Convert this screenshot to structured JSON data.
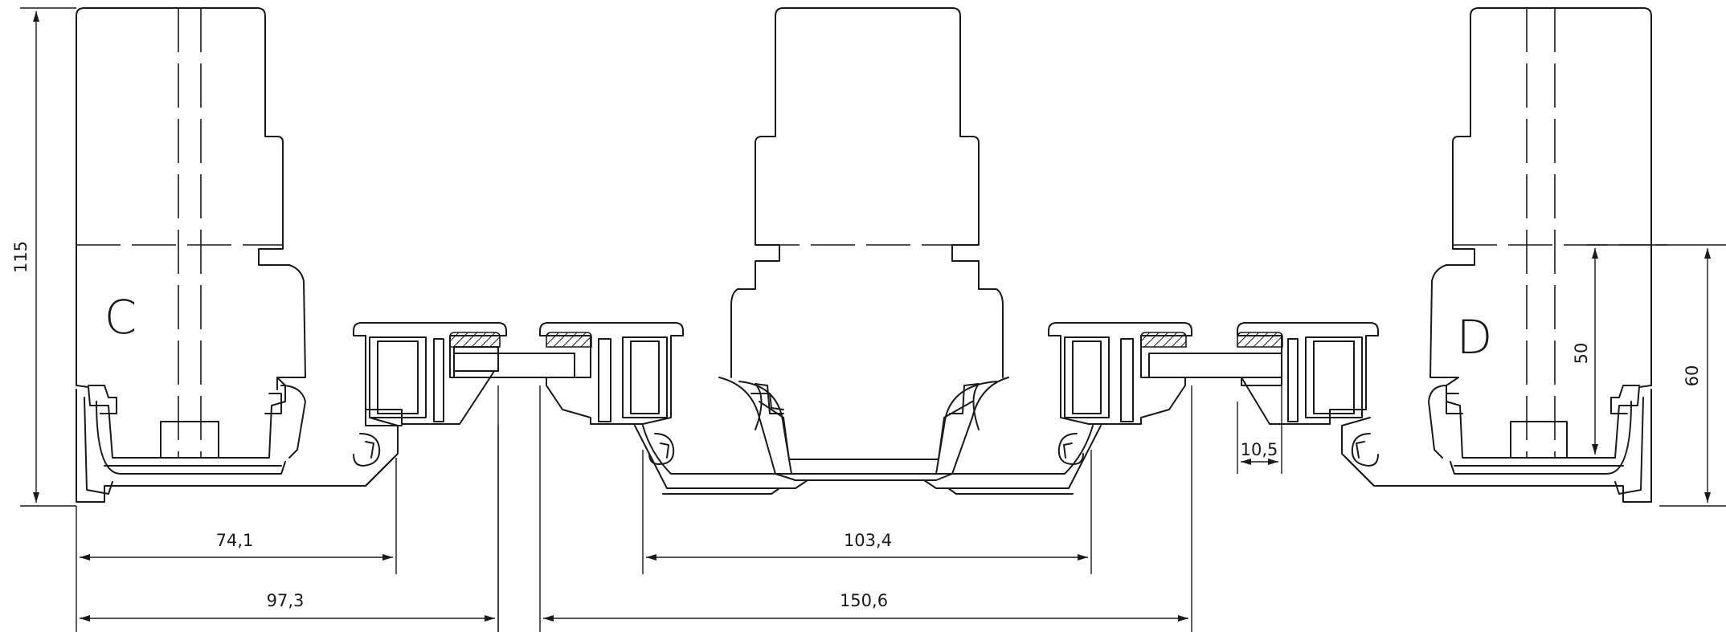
{
  "labels": {
    "left_profile": "C",
    "right_profile": "D"
  },
  "dimensions": {
    "height_total": "115",
    "left_inner": "74,1",
    "left_outer": "97,3",
    "center_inner": "103,4",
    "center_outer": "150,6",
    "gasket_width": "10,5",
    "right_inner_height": "50",
    "right_outer_height": "60"
  }
}
